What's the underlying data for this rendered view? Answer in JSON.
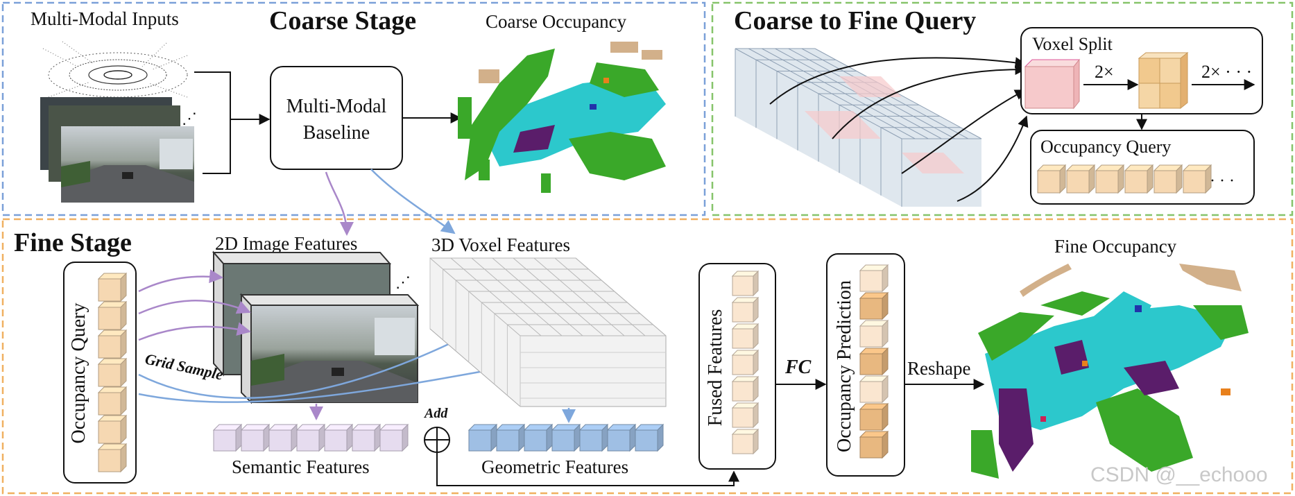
{
  "colors": {
    "coarse_frame": "#7aa0d8",
    "query_frame": "#86c46a",
    "fine_frame": "#f0b060",
    "coarse_title": "#1f5aa8",
    "query_title": "#3c9a2a",
    "fine_title": "#d9741c",
    "purple_arrow": "#a987c9",
    "blue_arrow": "#7ea7dc",
    "query_cube": "#f6d8b2",
    "query_cube_dark": "#e8b880",
    "semantic_cube": "#e6dcef",
    "geometric_cube": "#9fbfe4",
    "fused_cube": "#fae6d0",
    "occ_cyan": "#2cc8cc",
    "occ_green": "#3aa829",
    "occ_purple": "#5a1d6a",
    "occ_tan": "#d2b08a",
    "split_cube": "#f6c9cb",
    "split_small": "#f1c98e"
  },
  "coarse": {
    "title": "Coarse Stage",
    "inputs_label": "Multi-Modal Inputs",
    "baseline_line1": "Multi-Modal",
    "baseline_line2": "Baseline",
    "output_label": "Coarse Occupancy",
    "ellipsis": "⋰"
  },
  "query": {
    "title": "Coarse to Fine Query",
    "voxel_split_label": "Voxel Split",
    "split_factor_1": "2×",
    "split_factor_2": "2× · · ·",
    "occupancy_query_label": "Occupancy Query",
    "ellipsis": "· · ·"
  },
  "fine": {
    "title": "Fine Stage",
    "occupancy_query_label": "Occupancy Query",
    "image_features_label": "2D Image Features",
    "voxel_features_label": "3D Voxel Features",
    "grid_sample_label": "Grid Sample",
    "add_label": "Add",
    "semantic_label": "Semantic Features",
    "geometric_label": "Geometric Features",
    "fused_label": "Fused Features",
    "fc_label": "FC",
    "prediction_label": "Occupancy Prediction",
    "reshape_label": "Reshape",
    "output_label": "Fine Occupancy",
    "ellipsis": "⋰"
  },
  "watermark": "CSDN @__echooo"
}
